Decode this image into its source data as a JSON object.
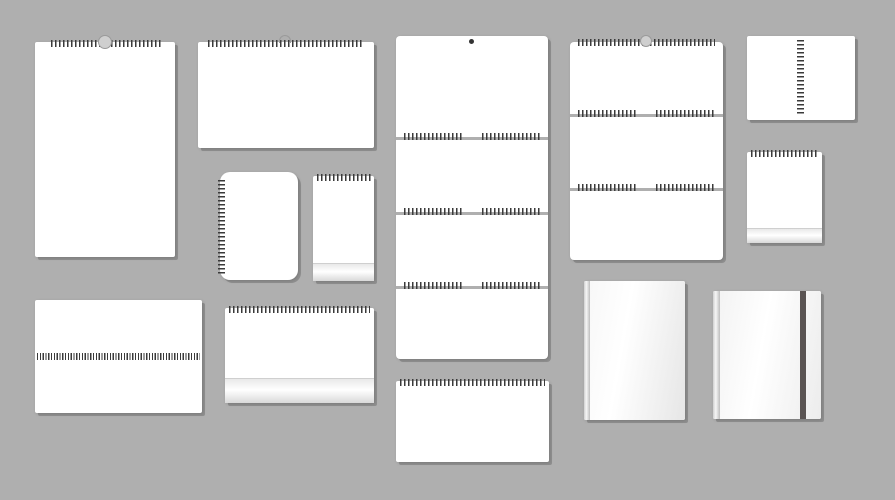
{
  "scene": {
    "background_color": "#afafaf",
    "paper_color": "#ffffff",
    "spiral_color": "#3a3a3a",
    "strap_color": "#5a5453"
  },
  "mockups": [
    {
      "name": "wall-calendar-portrait"
    },
    {
      "name": "wall-calendar-landscape"
    },
    {
      "name": "side-spiral-notepad"
    },
    {
      "name": "small-desk-calendar"
    },
    {
      "name": "four-panel-wall-calendar"
    },
    {
      "name": "three-panel-wall-calendar"
    },
    {
      "name": "open-spiral-notebook"
    },
    {
      "name": "mini-desk-calendar"
    },
    {
      "name": "wide-center-spiral-calendar"
    },
    {
      "name": "desk-tent-calendar"
    },
    {
      "name": "landscape-desk-calendar"
    },
    {
      "name": "hardcover-notebook"
    },
    {
      "name": "strap-notebook"
    }
  ]
}
